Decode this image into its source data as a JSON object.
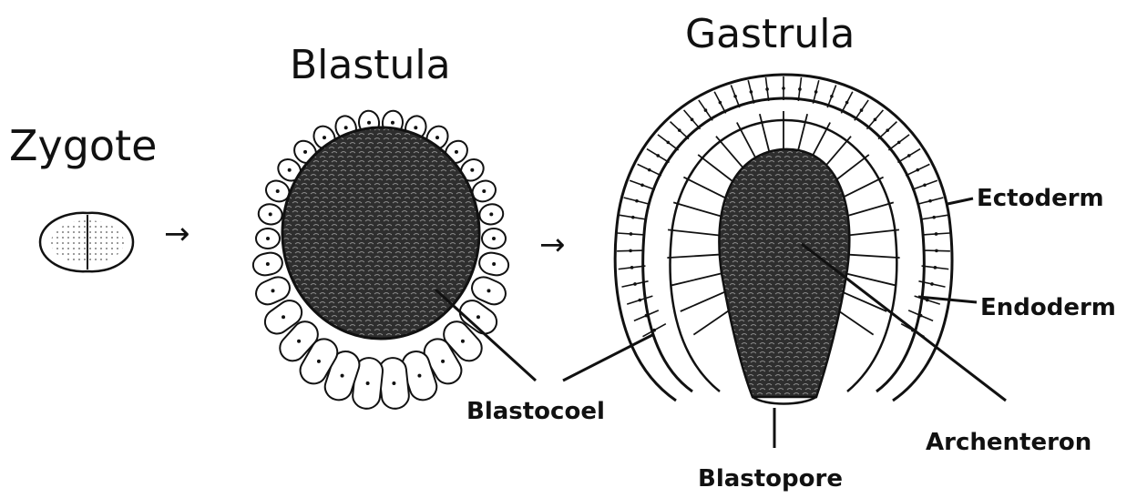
{
  "stages": {
    "zygote": "Zygote",
    "blastula": "Blastula",
    "gastrula": "Gastrula"
  },
  "arrows": [
    "→",
    "→"
  ],
  "labels": {
    "blastocoel": "Blastocoel",
    "ectoderm": "Ectoderm",
    "endoderm": "Endoderm",
    "archenteron": "Archenteron",
    "blastopore": "Blastopore"
  },
  "colors": {
    "ink": "#111111",
    "cell_fill": "#ffffff",
    "cavity_fill": "#3a3a3a"
  }
}
